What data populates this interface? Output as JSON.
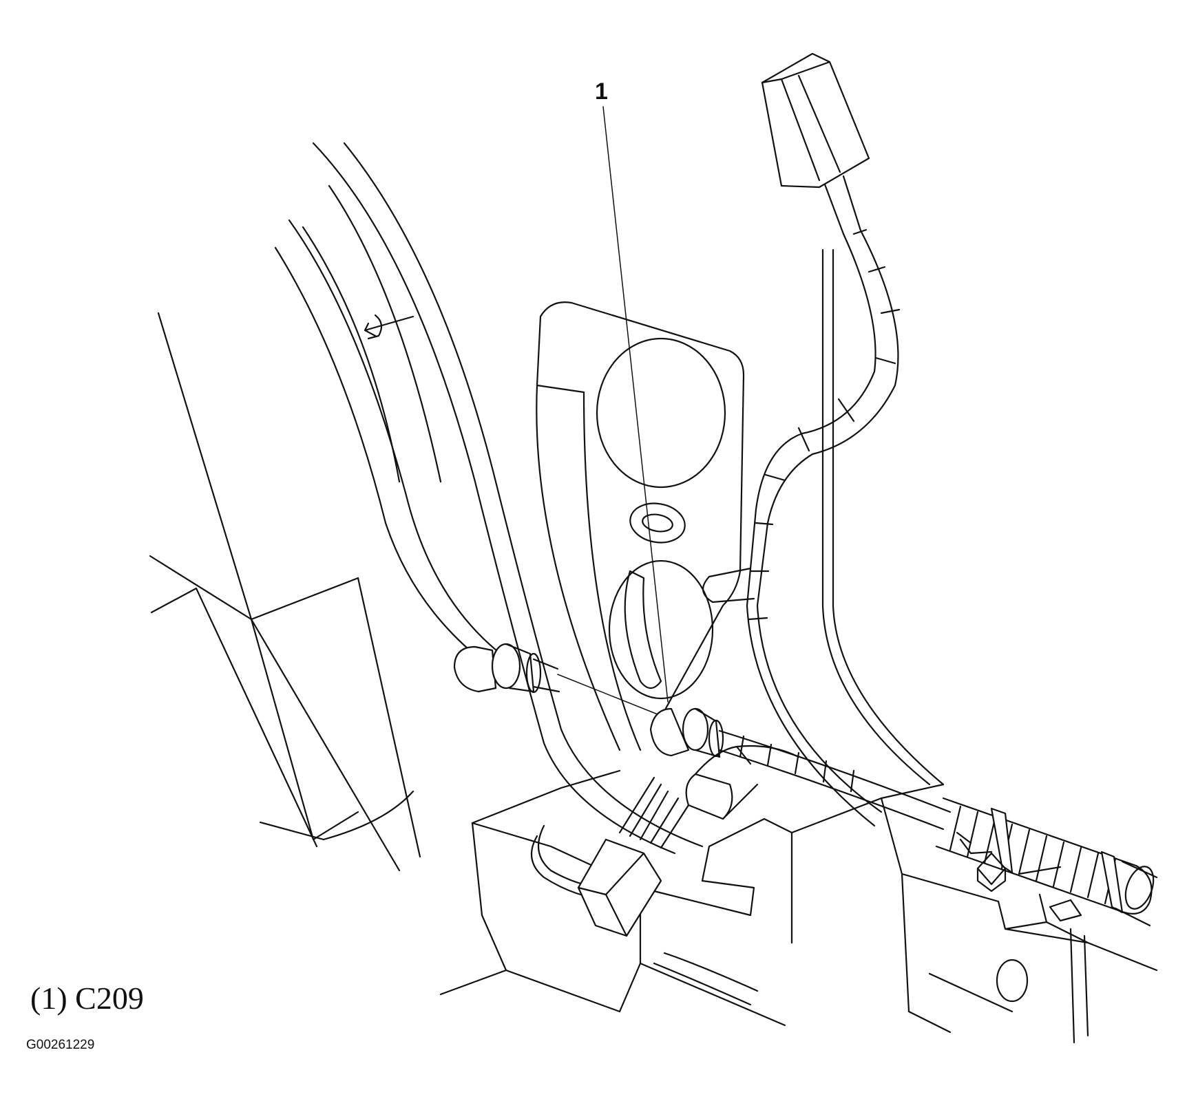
{
  "callouts": [
    {
      "number": "1",
      "label": "C209"
    }
  ],
  "legend": {
    "text": "(1) C209"
  },
  "figure_code": "G00261229"
}
